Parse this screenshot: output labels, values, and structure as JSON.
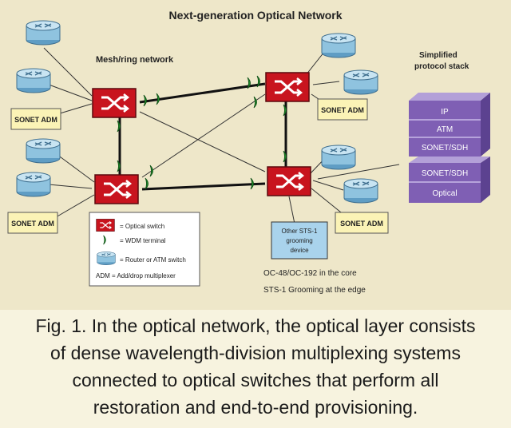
{
  "diagram": {
    "title": "Next-generation Optical Network",
    "mesh_label": "Mesh/ring network",
    "adm_labels": [
      "SONET ADM",
      "SONET ADM",
      "SONET ADM",
      "SONET ADM"
    ],
    "stack": {
      "title_line1": "Simplified",
      "title_line2": "protocol stack",
      "layers": [
        "IP",
        "ATM",
        "SONET/SDH",
        "SONET/SDH",
        "Optical"
      ]
    },
    "grooming_device": [
      "Other STS-1",
      "grooming",
      "device"
    ],
    "core_note": "OC-48/OC-192 in the core",
    "edge_note": "STS-1 Grooming at the edge",
    "legend": {
      "optical_switch": "= Optical switch",
      "wdm_terminal": "= WDM terminal",
      "router": "= Router or ATM switch",
      "adm": "ADM = Add/drop multiplexer"
    },
    "colors": {
      "background": "#eee7c9",
      "switch": "#c8141e",
      "router": "#8fc3df",
      "adm_box": "#fbf3b6",
      "stack": "#7f5fb4",
      "wdm": "#1f8a2a"
    }
  },
  "caption": {
    "lines": [
      "Fig. 1. In the optical network, the optical layer consists",
      "of dense wavelength-division multiplexing systems",
      "connected to optical switches that perform all",
      "restoration and end-to-end provisioning."
    ]
  }
}
